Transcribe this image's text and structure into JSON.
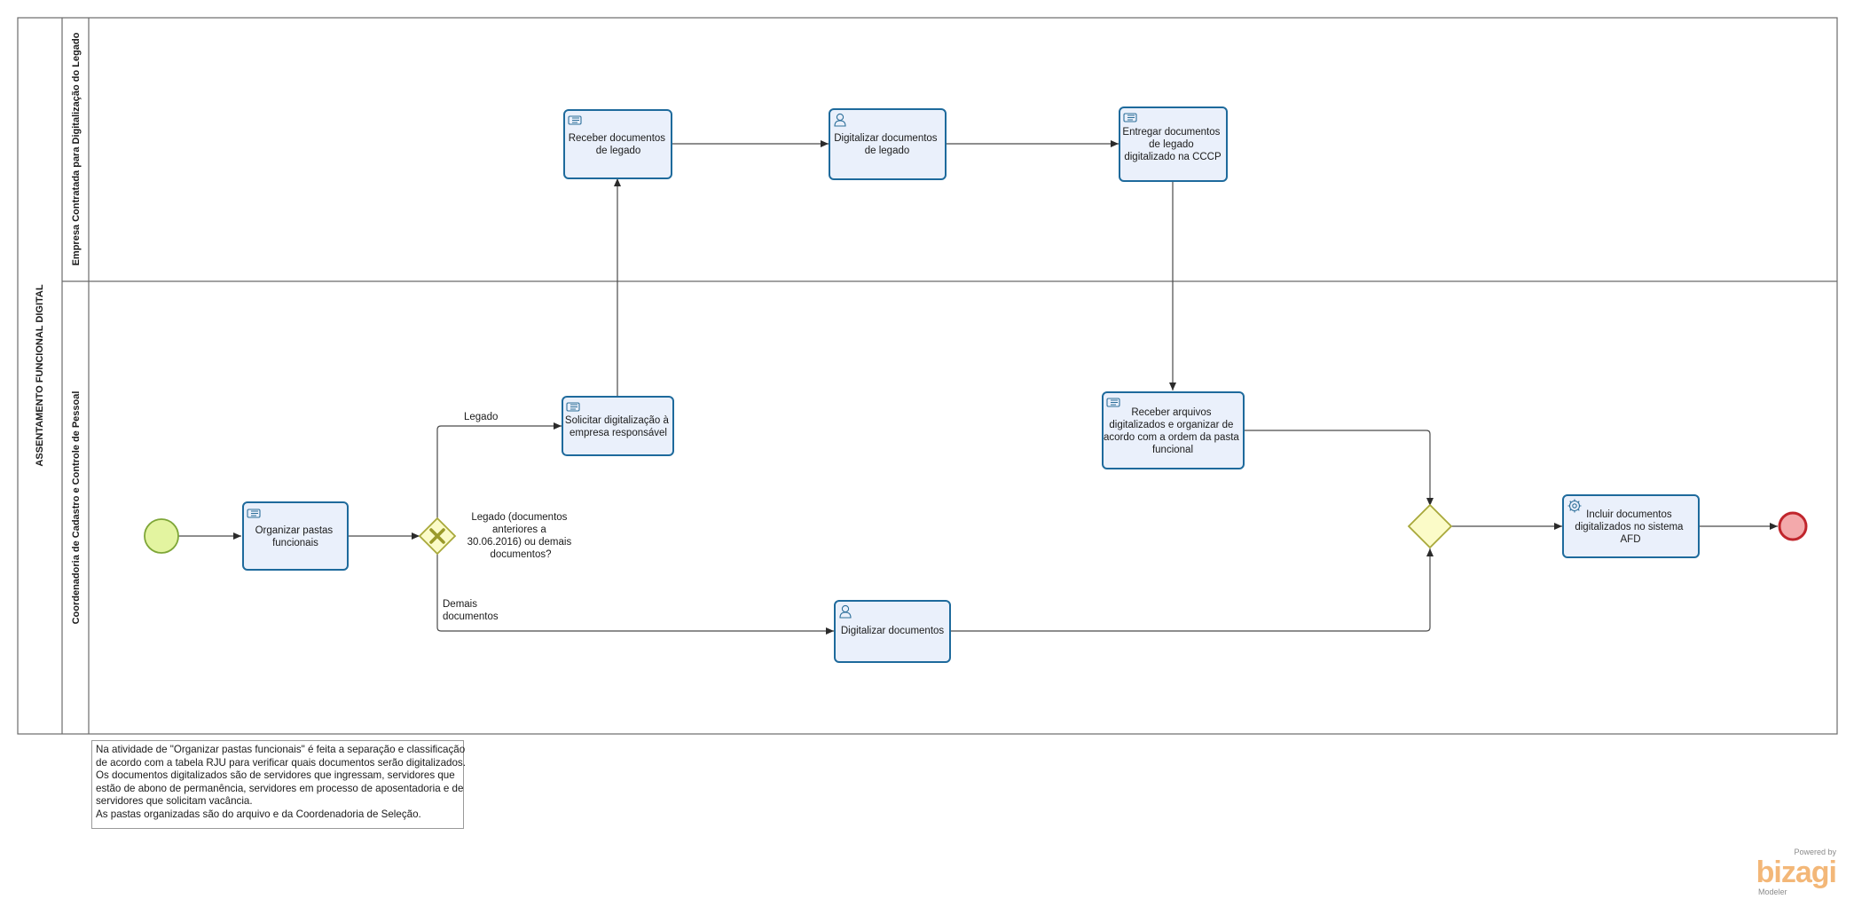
{
  "pool": {
    "title": "ASSENTAMENTO FUNCIONAL DIGITAL"
  },
  "lanes": [
    {
      "id": "lane-empresa",
      "label": "Empresa Contratada para Digitalização do Legado"
    },
    {
      "id": "lane-coordenadoria",
      "label": "Coordenadoria de Cadastro e Controle de Pessoal"
    }
  ],
  "tasks": [
    {
      "id": "t-organizar",
      "lines": [
        "Organizar pastas",
        "funcionais"
      ],
      "icon": "manual-task-icon"
    },
    {
      "id": "t-solicitar",
      "lines": [
        "Solicitar digitalização à",
        "empresa responsável"
      ],
      "icon": "manual-task-icon"
    },
    {
      "id": "t-receber-doc",
      "lines": [
        "Receber documentos",
        "de legado"
      ],
      "icon": "manual-task-icon"
    },
    {
      "id": "t-digitalizar-legado",
      "lines": [
        "Digitalizar documentos",
        "de legado"
      ],
      "icon": "user-task-icon"
    },
    {
      "id": "t-entregar",
      "lines": [
        "Entregar documentos",
        "de legado",
        "digitalizado na CCCP"
      ],
      "icon": "manual-task-icon"
    },
    {
      "id": "t-receber-arq",
      "lines": [
        "Receber arquivos",
        "digitalizados e organizar de",
        "acordo com a ordem da pasta",
        "funcional"
      ],
      "icon": "manual-task-icon"
    },
    {
      "id": "t-digitalizar",
      "lines": [
        "Digitalizar documentos"
      ],
      "icon": "user-task-icon"
    },
    {
      "id": "t-incluir",
      "lines": [
        "Incluir documentos",
        "digitalizados no sistema",
        "AFD"
      ],
      "icon": "service-task-icon"
    }
  ],
  "gateways": [
    {
      "id": "gw-split",
      "type": "exclusive",
      "lines": [
        "Legado (documentos",
        "anteriores a",
        "30.06.2016) ou demais",
        "documentos?"
      ]
    },
    {
      "id": "gw-merge",
      "type": "exclusive-unmarked",
      "lines": []
    }
  ],
  "events": [
    {
      "id": "ev-start",
      "type": "start"
    },
    {
      "id": "ev-end",
      "type": "end"
    }
  ],
  "flow_labels": [
    {
      "id": "fl-legado",
      "lines": [
        "Legado"
      ]
    },
    {
      "id": "fl-demais",
      "lines": [
        "Demais",
        "documentos"
      ]
    }
  ],
  "annotation": {
    "lines": [
      "Na atividade de \"Organizar pastas funcionais\" é feita a separação e classificação",
      "de acordo com a tabela RJU para verificar quais documentos serão digitalizados.",
      "Os documentos digitalizados são de servidores que ingressam, servidores que",
      "estão de abono de permanência, servidores em processo de aposentadoria e de",
      "servidores que solicitam vacância.",
      "As pastas organizadas são do arquivo e da Coordenadoria de Seleção."
    ]
  },
  "branding": {
    "powered": "Powered by",
    "name": "bizagi",
    "product": "Modeler"
  },
  "colors": {
    "task_fill": "#eaf0fb",
    "task_stroke": "#1e6a9c",
    "gateway_fill": "#fbfbc8",
    "gateway_stroke": "#a8a83a",
    "start_fill": "#e3f4a0",
    "start_stroke": "#7ea637",
    "end_fill": "#f3a9ab",
    "end_stroke": "#c0252c",
    "line": "#4a4a4a"
  }
}
